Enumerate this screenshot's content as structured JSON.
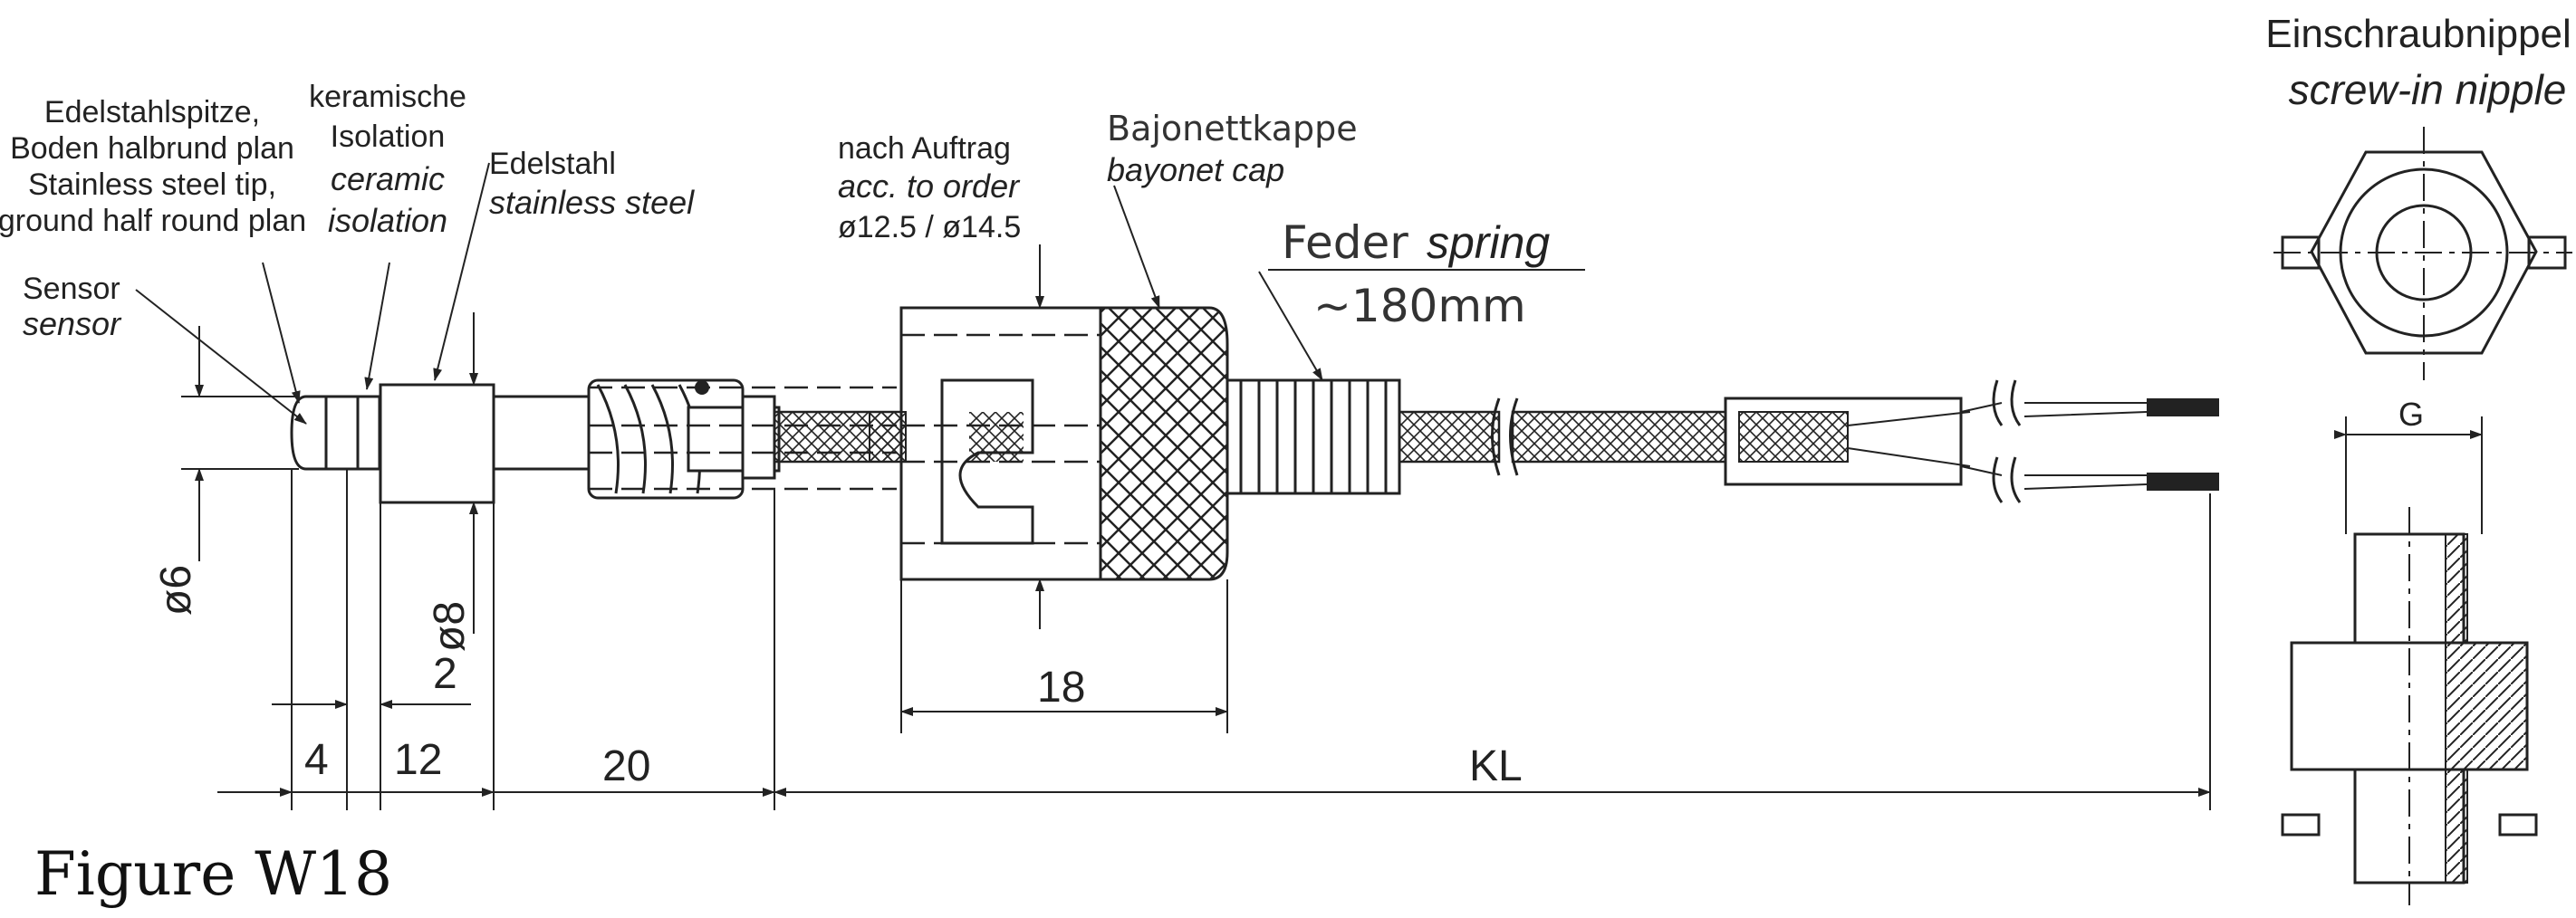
{
  "labels": {
    "tip_de_1": "Edelstahlspitze,",
    "tip_de_2": "Boden halbrund plan",
    "tip_en_1": "Stainless steel tip,",
    "tip_en_2": "ground half round plan",
    "ceramic_de_1": "keramische",
    "ceramic_de_2": "Isolation",
    "ceramic_en_1": "ceramic",
    "ceramic_en_2": "isolation",
    "steel_de": "Edelstahl",
    "steel_en": "stainless steel",
    "sensor_de": "Sensor",
    "sensor_en": "sensor",
    "order_de": "nach Auftrag",
    "order_en": "acc. to order",
    "order_dia": "ø12.5 / ø14.5",
    "bayonet_de": "Bajonettkappe",
    "bayonet_en": "bayonet cap",
    "spring_de": "Feder",
    "spring_en": "spring",
    "spring_len": "~180mm",
    "nipple_de": "Einschraubnippel",
    "nipple_en": "screw-in nipple"
  },
  "dimensions": {
    "d6": "ø6",
    "d8": "ø8",
    "d2": "2",
    "d4": "4",
    "d12": "12",
    "d20": "20",
    "d18": "18",
    "kl": "KL",
    "g": "G"
  },
  "caption": "Figure W18"
}
